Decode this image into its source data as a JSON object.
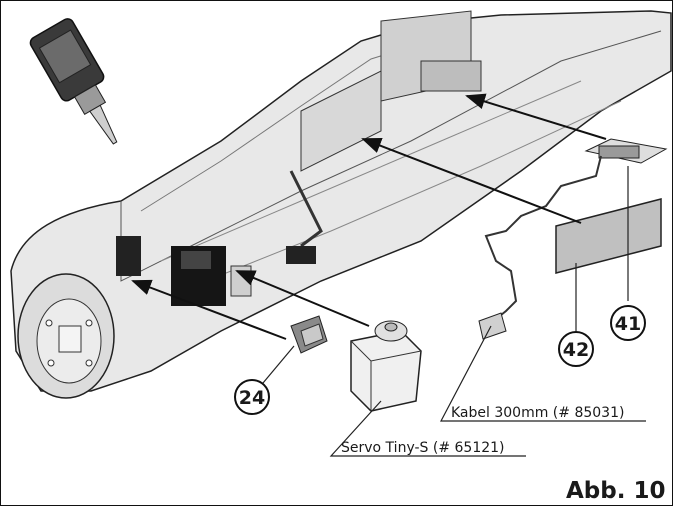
{
  "figure": {
    "caption": "Abb. 10",
    "callouts": {
      "c24": "24",
      "c41": "41",
      "c42": "42"
    },
    "parts": {
      "cable": "Kabel 300mm (# 85031)",
      "servo": "Servo Tiny-S (# 65121)"
    }
  },
  "colors": {
    "line": "#1a1a1a",
    "fuselage": "#e6e6e6",
    "shade": "#c8c8c8",
    "dark": "#111111"
  }
}
